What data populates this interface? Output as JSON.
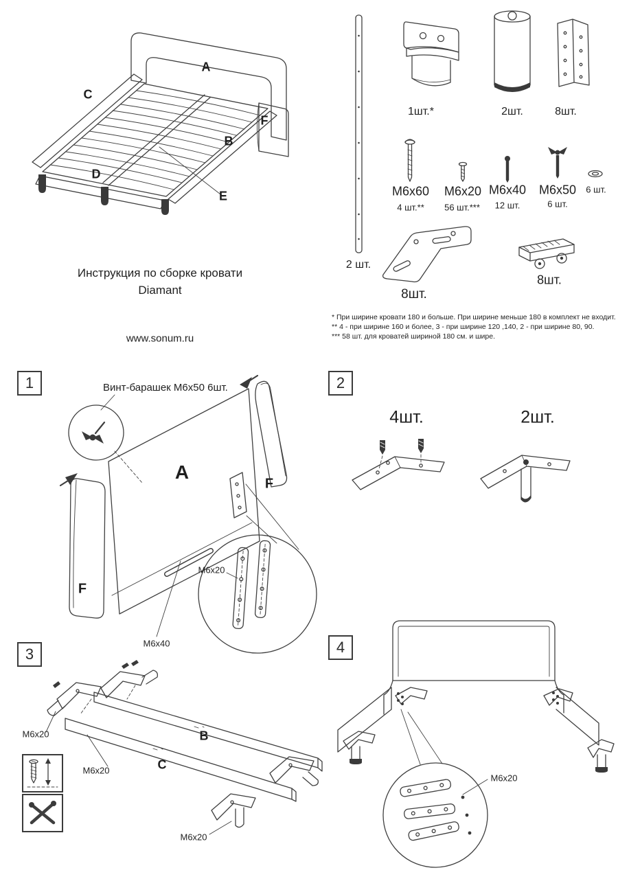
{
  "colors": {
    "ink": "#3f3f3f",
    "text": "#1f1f1f"
  },
  "doc": {
    "title_line1": "Инструкция по сборке кровати",
    "title_line2": "Diamant",
    "website": "www.sonum.ru"
  },
  "overview": {
    "labels": {
      "a": "A",
      "b": "B",
      "c": "C",
      "d": "D",
      "e": "E",
      "f": "F"
    }
  },
  "parts_list": {
    "strip_qty": "2 шт.",
    "hook_bracket_qty": "1шт.*",
    "leg_qty": "2шт.",
    "corner_bracket_qty": "8шт.",
    "screw_m6x60": {
      "name": "М6х60",
      "qty": "4 шт.**"
    },
    "screw_m6x20": {
      "name": "М6х20",
      "qty": "56 шт.***"
    },
    "screw_m6x40": {
      "name": "М6х40",
      "qty": "12 шт."
    },
    "wing_screw_m6x50": {
      "name": "М6х50",
      "qty": "6 шт."
    },
    "washer_qty": "6 шт.",
    "flat_bracket_qty": "8шт.",
    "caster_block_qty": "8шт."
  },
  "footnotes": [
    "* При ширине кровати 180 и больше. При ширине меньше 180 в комплект не входит.",
    "** 4 - при ширине 160 и более, 3 - при ширине 120 ,140, 2 - при ширине 80, 90.",
    "*** 58 шт. для кроватей шириной 180 см. и шире."
  ],
  "steps": {
    "one": {
      "number": "1",
      "callout": "Винт-барашек М6х50 6шт.",
      "panel_label": "A",
      "side_label_right": "F",
      "side_label_left": "F",
      "zoom_label": "М6х20",
      "screw_label": "М6х40"
    },
    "two": {
      "number": "2",
      "left_qty": "4шт.",
      "right_qty": "2шт."
    },
    "three": {
      "number": "3",
      "rail_top_label": "B",
      "rail_bottom_label": "C",
      "screw_label_1": "М6х20",
      "screw_label_2": "М6х20",
      "screw_label_3": "М6х20"
    },
    "four": {
      "number": "4",
      "screw_label": "М6х20"
    }
  }
}
